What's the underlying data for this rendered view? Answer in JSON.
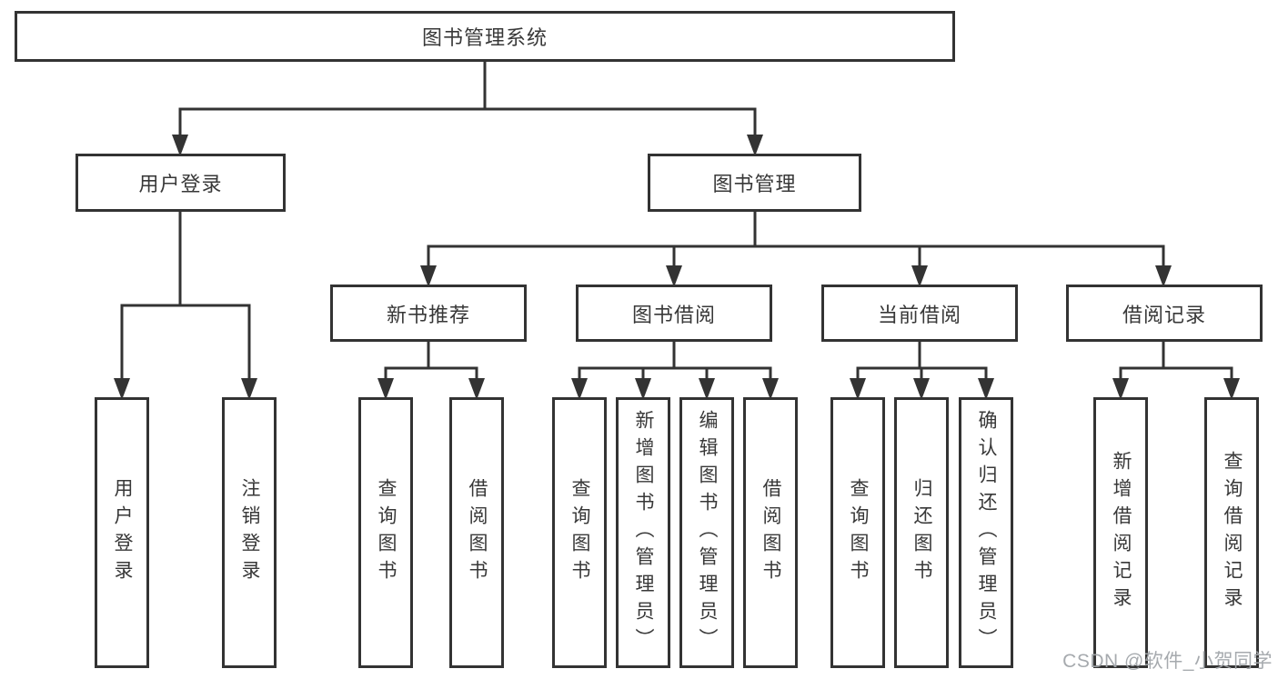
{
  "nodes": {
    "root": {
      "label": "图书管理系统"
    },
    "user_login": {
      "label": "用户登录"
    },
    "book_management": {
      "label": "图书管理"
    },
    "new_book_recommend": {
      "label": "新书推荐"
    },
    "book_borrow": {
      "label": "图书借阅"
    },
    "current_borrow": {
      "label": "当前借阅"
    },
    "borrow_record": {
      "label": "借阅记录"
    }
  },
  "leaves": [
    {
      "label": "用户登录",
      "parent": "用户登录"
    },
    {
      "label": "注销登录",
      "parent": "用户登录"
    },
    {
      "label": "查询图书",
      "parent": "新书推荐"
    },
    {
      "label": "借阅图书",
      "parent": "新书推荐"
    },
    {
      "label": "查询图书",
      "parent": "图书借阅"
    },
    {
      "label": "新增图书（管理员）",
      "parent": "图书借阅"
    },
    {
      "label": "编辑图书（管理员）",
      "parent": "图书借阅"
    },
    {
      "label": "借阅图书",
      "parent": "图书借阅"
    },
    {
      "label": "查询图书",
      "parent": "当前借阅"
    },
    {
      "label": "归还图书",
      "parent": "当前借阅"
    },
    {
      "label": "确认归还（管理员）",
      "parent": "当前借阅"
    },
    {
      "label": "新增借阅记录",
      "parent": "借阅记录"
    },
    {
      "label": "查询借阅记录",
      "parent": "借阅记录"
    }
  ],
  "watermark": {
    "text": "CSDN @软件_小贺同学"
  },
  "colors": {
    "line": "#333333",
    "border": "#333333",
    "text": "#383838",
    "background": "#ffffff",
    "watermark": "#a2a6aa"
  }
}
